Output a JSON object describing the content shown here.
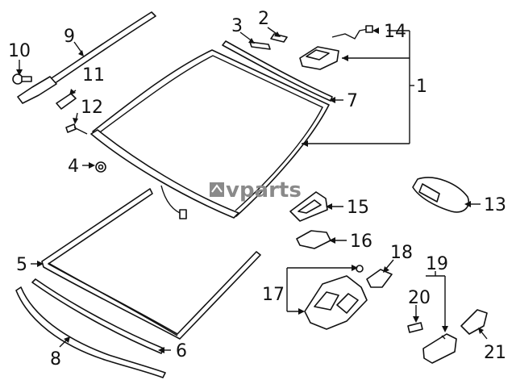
{
  "diagram": {
    "watermark": "vparts",
    "callouts": [
      "1",
      "2",
      "3",
      "4",
      "5",
      "6",
      "7",
      "8",
      "9",
      "10",
      "11",
      "12",
      "13",
      "14",
      "15",
      "16",
      "17",
      "18",
      "19",
      "20",
      "21"
    ]
  }
}
